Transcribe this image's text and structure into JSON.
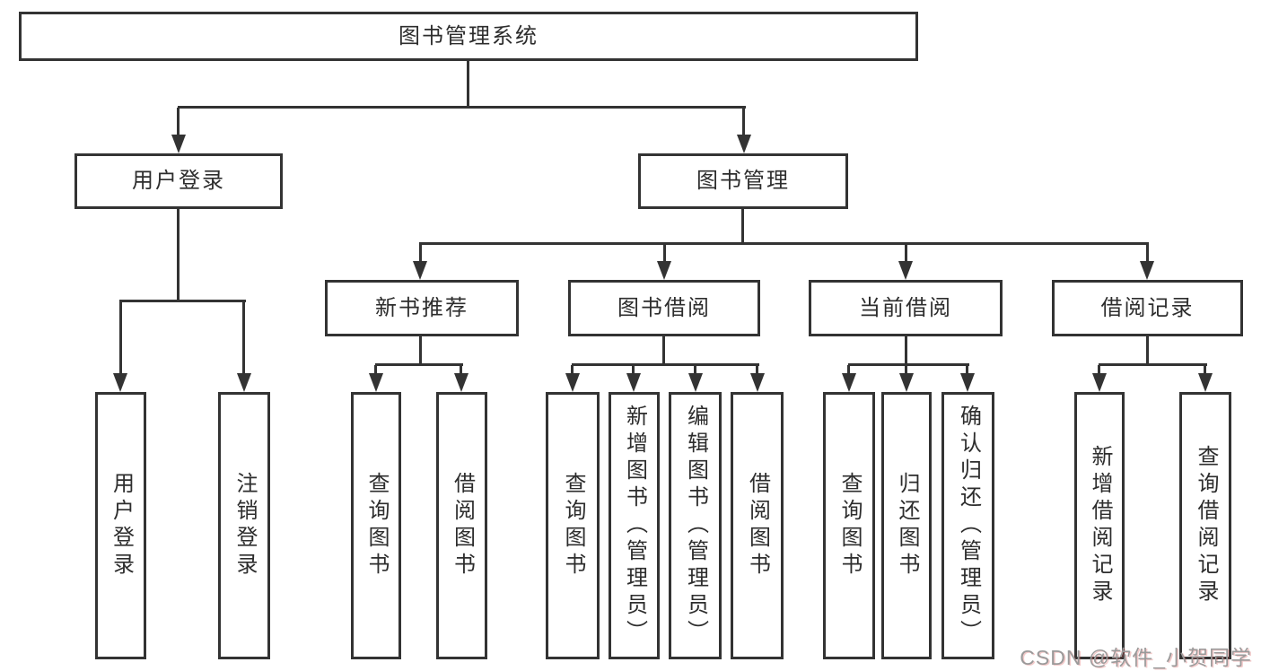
{
  "diagram": {
    "title": "图书管理系统",
    "root": "图书管理系统",
    "branches": [
      {
        "label": "用户登录",
        "children": [
          "用户登录",
          "注销登录"
        ]
      },
      {
        "label": "图书管理",
        "sections": [
          {
            "label": "新书推荐",
            "children": [
              "查询图书",
              "借阅图书"
            ]
          },
          {
            "label": "图书借阅",
            "children": [
              "查询图书",
              "新增图书（管理员）",
              "编辑图书（管理员）",
              "借阅图书"
            ]
          },
          {
            "label": "当前借阅",
            "children": [
              "查询图书",
              "归还图书",
              "确认归还（管理员）"
            ]
          },
          {
            "label": "借阅记录",
            "children": [
              "新增借阅记录",
              "查询借阅记录"
            ]
          }
        ]
      }
    ]
  },
  "watermark": {
    "text": "CSDN @软件_小贺同学"
  },
  "colors": {
    "line": "#333333",
    "node_border": "#333333",
    "node_text": "#2d2d2d",
    "background": "#ffffff",
    "watermark_text": "#9a9a9a"
  }
}
